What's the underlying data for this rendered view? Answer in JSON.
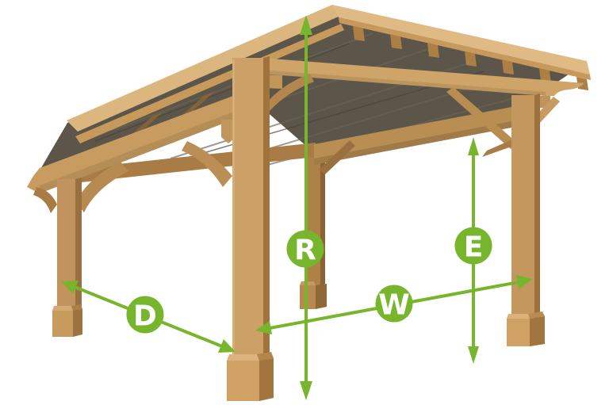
{
  "diagram": {
    "subject": "timber-pergola-3d-render",
    "background_color": "#ffffff",
    "accent_color": "#76b52c",
    "label_color": "#ffffff",
    "markers": [
      {
        "label": "D"
      },
      {
        "label": "R"
      },
      {
        "label": "W"
      },
      {
        "label": "E"
      }
    ],
    "wood_palette": {
      "roof_top_band": "#dbb67e",
      "roof_edge_strip": "#c79a5c",
      "beam_front": "#cfa468",
      "beam_shaded": "#a87c44",
      "post_front": "#c79c63",
      "post_side": "#9c713d",
      "underside": "#5c564a",
      "base_block": "#cfa164"
    }
  }
}
